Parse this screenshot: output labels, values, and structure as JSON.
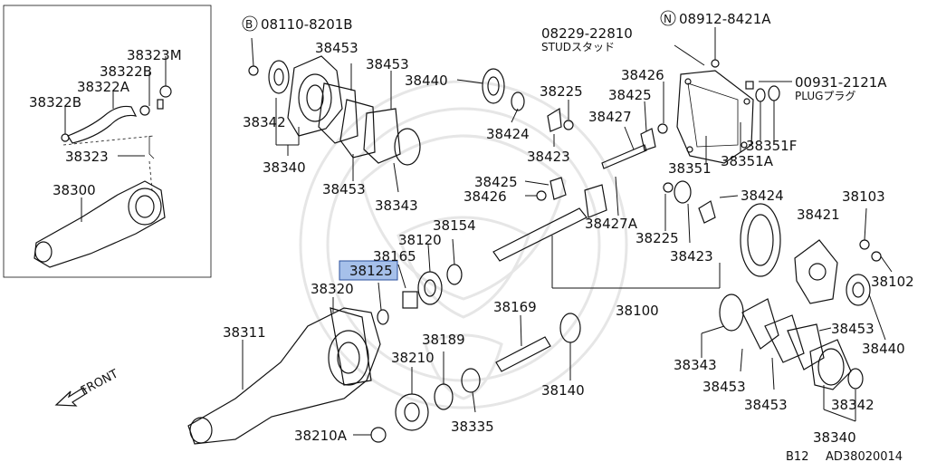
{
  "diagram": {
    "labels": {
      "p38323M": "38323M",
      "p38322B_top": "38322B",
      "p38322A": "38322A",
      "p38322B_left": "38322B",
      "p38323": "38323",
      "p38300": "38300",
      "bolt_08110": "08110-8201B",
      "p38453_a": "38453",
      "p38453_b": "38453",
      "p38342_a": "38342",
      "p38340_a": "38340",
      "p38453_c": "38453",
      "p38343_a": "38343",
      "p38440_a": "38440",
      "stud_08229": "08229-22810",
      "stud_text": "STUDスタッド",
      "nut_08912": "08912-8421A",
      "plug_00931": "00931-2121A",
      "plug_text": "PLUGプラグ",
      "p38426_a": "38426",
      "p38225_a": "38225",
      "p38425_a": "38425",
      "p38427": "38427",
      "p38424_a": "38424",
      "p38423_a": "38423",
      "p38351": "38351",
      "p38351F": "38351F",
      "p38351A": "38351A",
      "p38425_b": "38425",
      "p38426_b": "38426",
      "p38427A": "38427A",
      "p38424_b": "38424",
      "p38103": "38103",
      "p38225_b": "38225",
      "p38423_b": "38423",
      "p38421": "38421",
      "p38154": "38154",
      "p38120": "38120",
      "p38165": "38165",
      "p38125": "38125",
      "p38102": "38102",
      "p38320": "38320",
      "p38100": "38100",
      "p38169": "38169",
      "p38453_d": "38453",
      "p38440_b": "38440",
      "p38311": "38311",
      "p38189": "38189",
      "p38210": "38210",
      "p38343_b": "38343",
      "p38453_e": "38453",
      "p38453_f": "38453",
      "p38342_b": "38342",
      "p38140": "38140",
      "p38335": "38335",
      "p38340_b": "38340",
      "p38210A": "38210A",
      "front": "FRONT",
      "page_ref": "B12",
      "doc_code": "AD38020014"
    },
    "symbols": {
      "bolt_marker": "B",
      "nut_marker": "N"
    },
    "highlighted_part": "38125",
    "highlight_color": "#a6c0ea"
  }
}
